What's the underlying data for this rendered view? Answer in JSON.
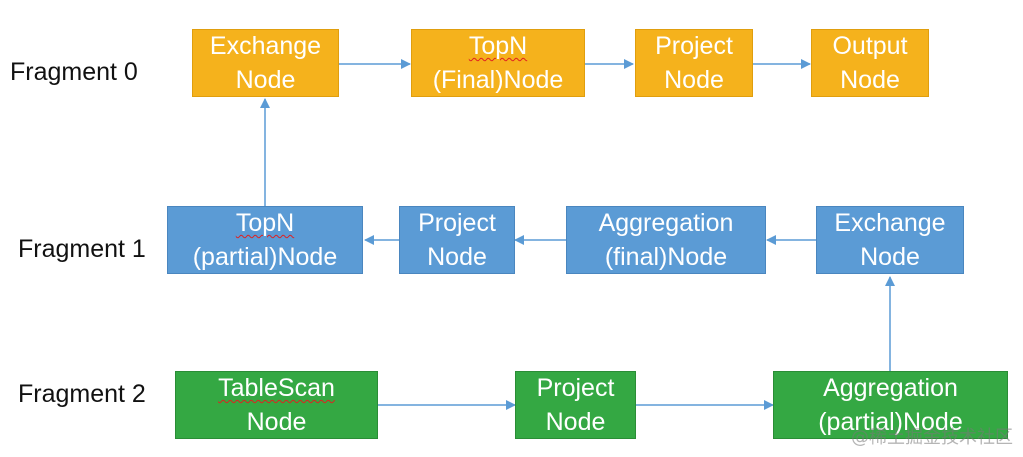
{
  "fragments": {
    "f0": {
      "label": "Fragment 0"
    },
    "f1": {
      "label": "Fragment 1"
    },
    "f2": {
      "label": "Fragment 2"
    }
  },
  "nodes": {
    "exchange0": {
      "line1": "Exchange",
      "line2": "Node"
    },
    "topn_final": {
      "line1": "TopN",
      "line2": "(Final)Node"
    },
    "project0": {
      "line1": "Project",
      "line2": "Node"
    },
    "output": {
      "line1": "Output",
      "line2": "Node"
    },
    "topn_partial": {
      "line1": "TopN",
      "line2": "(partial)Node"
    },
    "project1": {
      "line1": "Project",
      "line2": "Node"
    },
    "agg_final": {
      "line1": "Aggregation",
      "line2": "(final)Node"
    },
    "exchange1": {
      "line1": "Exchange",
      "line2": "Node"
    },
    "tablescan": {
      "line1": "TableScan",
      "line2": "Node"
    },
    "project2": {
      "line1": "Project",
      "line2": "Node"
    },
    "agg_partial": {
      "line1": "Aggregation",
      "line2": "(partial)Node"
    }
  },
  "watermark": "@稀土掘金技术社区",
  "colors": {
    "fragment0": "#f5b21c",
    "fragment1": "#5b9bd5",
    "fragment2": "#34a843",
    "arrow": "#5b9bd5"
  }
}
